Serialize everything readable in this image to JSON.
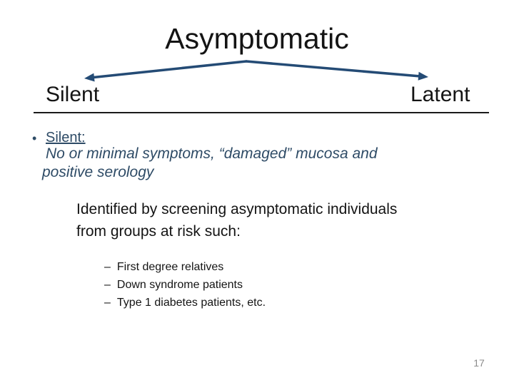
{
  "slide": {
    "title": "Asymptomatic",
    "branch": {
      "left_label": "Silent",
      "right_label": "Latent"
    },
    "silent_section": {
      "bullet_glyph": "•",
      "heading": "Silent:",
      "desc_line1": "No or minimal symptoms, “damaged” mucosa and",
      "desc_line2": "positive serology"
    },
    "identified": {
      "line1": "Identified by screening asymptomatic individuals",
      "line2": "from groups at risk such:"
    },
    "risk_groups": [
      {
        "dash": "–",
        "label": "First degree relatives"
      },
      {
        "dash": "–",
        "label": "Down syndrome patients"
      },
      {
        "dash": "–",
        "label": "Type 1 diabetes patients, etc."
      }
    ],
    "page_number": "17",
    "colors": {
      "arrow": "#244B75",
      "accent_text": "#2E4B66",
      "body_text": "#141414",
      "page_number": "#8C8C8C"
    }
  }
}
